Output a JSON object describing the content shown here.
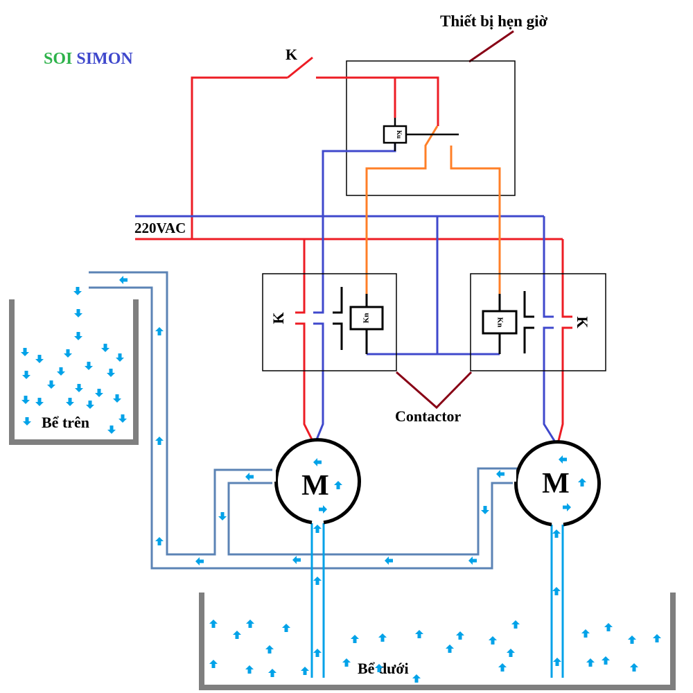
{
  "brand": {
    "word1": "SOI",
    "word2": "SIMON",
    "color1": "#2db24a",
    "color2": "#3f48cc"
  },
  "labels": {
    "timer_device": "Thiết bị hẹn giờ",
    "switch_k": "K",
    "supply": "220VAC",
    "contactor": "Contactor",
    "contactor_left_k": "K",
    "contactor_right_k": "K",
    "coil_left": "Kn",
    "coil_right": "Kn",
    "timer_coil": "Ku",
    "motor_left": "M",
    "motor_right": "M",
    "upper_tank": "Bể trên",
    "lower_tank": "Bể dưới"
  },
  "colors": {
    "live_wire": "#ed1c24",
    "neutral_wire": "#3f48cc",
    "control_wire": "#ff7f27",
    "pipe": "#5b83b5",
    "suction_pipe": "#00a2e8",
    "water_arrow": "#00a2e8",
    "tank_wall": "#7f7f7f",
    "leader_line": "#880015"
  }
}
